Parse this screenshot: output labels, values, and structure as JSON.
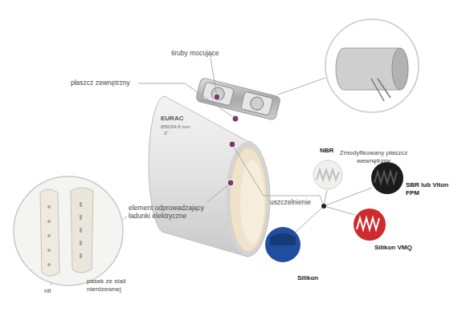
{
  "diagram": {
    "labels": [
      "śruby mocujące",
      "płaszcz zewnętrzny",
      "EURAC",
      "Ø50/54,6 mm",
      "2\"",
      "Zmodyfikowany płaszcz wewnętrzny",
      "NBR",
      "element odprowadzający ładunki elektryczne",
      "uszczelnienie",
      "SBR lub Viton FPM",
      "Silikon VMQ",
      "Silikon",
      "nit",
      "pasek ze stali nierdzewnej"
    ]
  }
}
